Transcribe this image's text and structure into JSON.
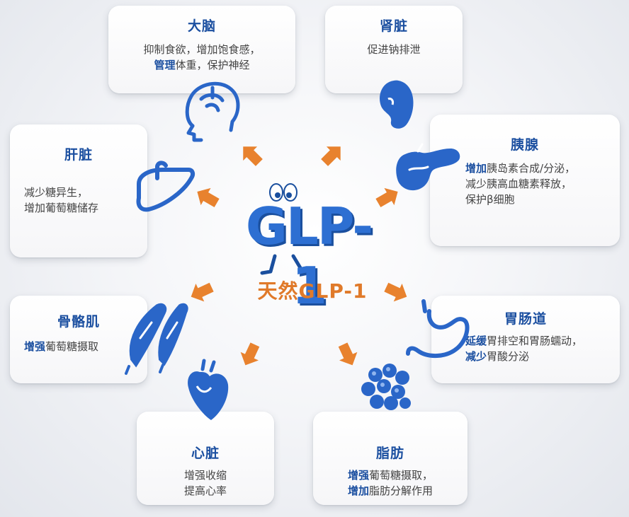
{
  "center": {
    "logo": "GLP-1",
    "label": "天然GLP-1"
  },
  "cards": {
    "brain": {
      "title": "大脑",
      "line1": "抑制食欲，增加饱食感，",
      "line2_hl": "管理",
      "line2_rest": "体重，保护神经"
    },
    "kidney": {
      "title": "肾脏",
      "line1": "促进钠排泄"
    },
    "liver": {
      "title": "肝脏",
      "line1": "减少糖异生，",
      "line2": "增加葡萄糖储存"
    },
    "pancreas": {
      "title": "胰腺",
      "line1_hl": "增加",
      "line1_rest": "胰岛素合成/分泌，",
      "line2": "减少胰高血糖素释放，",
      "line3": "保护β细胞"
    },
    "muscle": {
      "title": "骨骼肌",
      "line1_hl": "增强",
      "line1_rest": "葡萄糖摄取"
    },
    "gut": {
      "title": "胃肠道",
      "line1_hl": "延缓",
      "line1_rest": "胃排空和胃肠蠕动，",
      "line2_hl": "减少",
      "line2_rest": "胃酸分泌"
    },
    "heart": {
      "title": "心脏",
      "line1": "增强收缩",
      "line2": "提高心率"
    },
    "fat": {
      "title": "脂肪",
      "line1_hl": "增强",
      "line1_rest": "葡萄糖摄取，",
      "line2_hl": "增加",
      "line2_rest": "脂肪分解作用"
    }
  },
  "colors": {
    "blue": "#1b4fa0",
    "icon_blue": "#2a66c8",
    "arrow_orange": "#e8822e"
  },
  "icons": [
    "brain-icon",
    "kidney-icon",
    "liver-icon",
    "pancreas-icon",
    "muscle-icon",
    "stomach-icon",
    "heart-icon",
    "fat-cells-icon",
    "glp1-mascot-icon"
  ]
}
